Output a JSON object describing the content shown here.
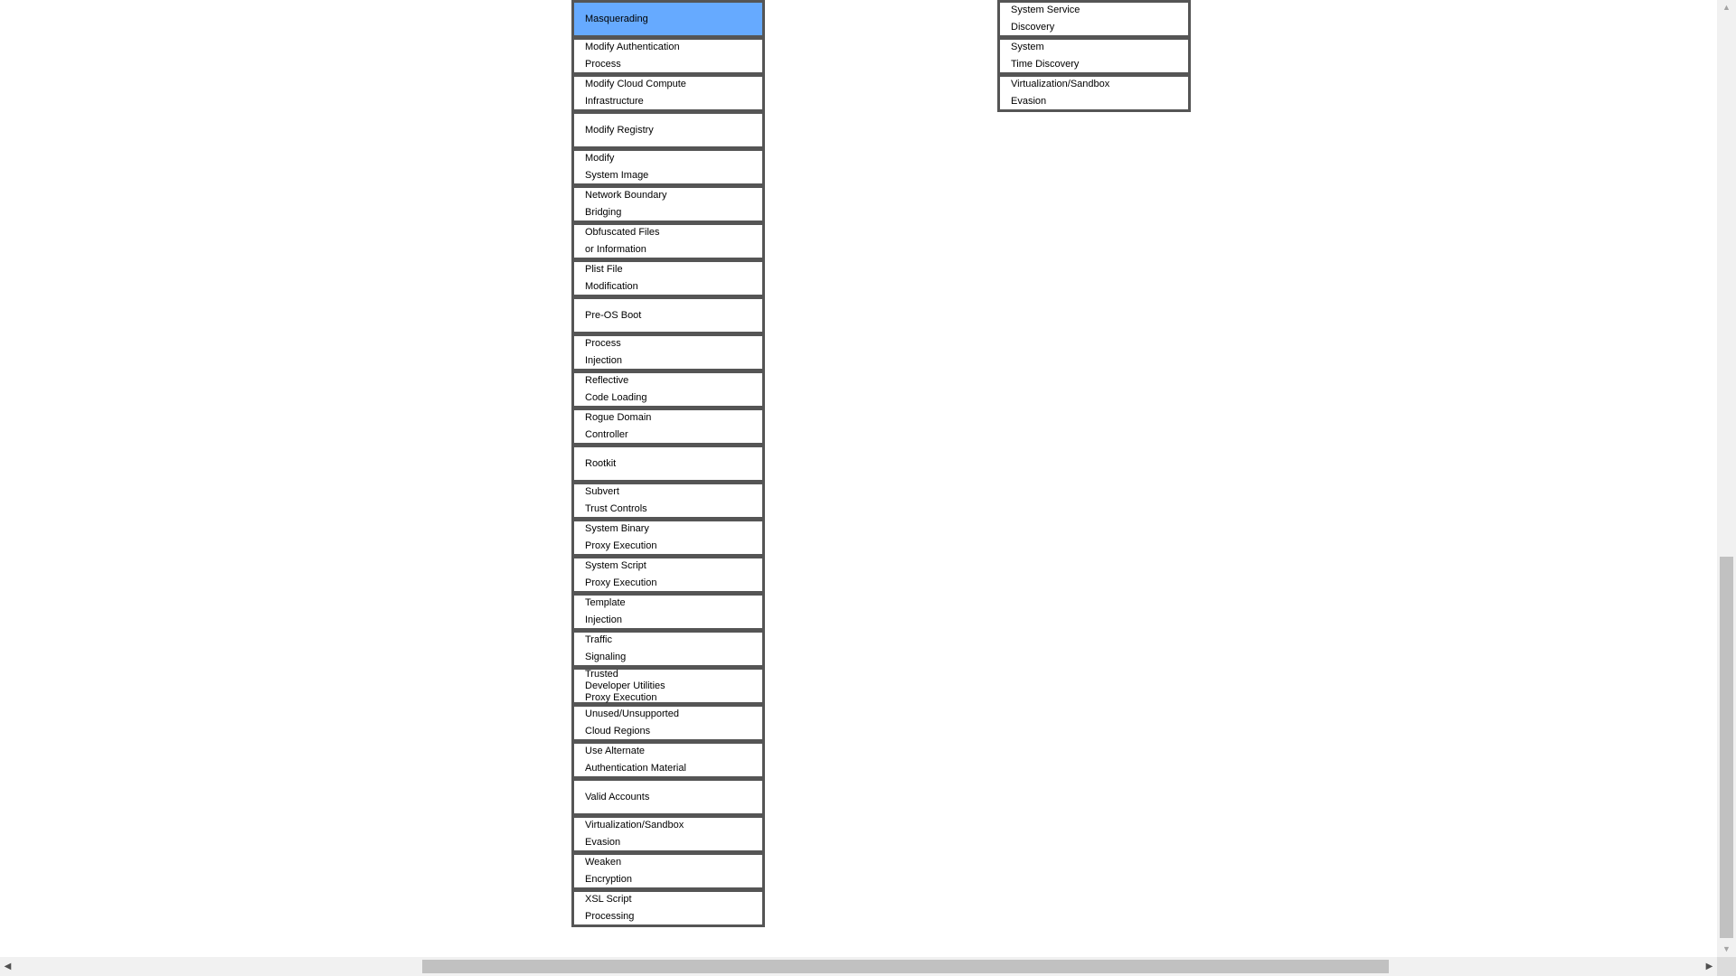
{
  "matrix": {
    "left_column": [
      {
        "label": "Masquerading",
        "selected": true
      },
      {
        "label": "Modify Authentication\nProcess"
      },
      {
        "label": "Modify Cloud Compute\nInfrastructure"
      },
      {
        "label": "Modify Registry"
      },
      {
        "label": "Modify\nSystem Image"
      },
      {
        "label": "Network Boundary\nBridging"
      },
      {
        "label": "Obfuscated Files\nor Information"
      },
      {
        "label": "Plist File\nModification"
      },
      {
        "label": "Pre-OS Boot"
      },
      {
        "label": "Process\nInjection"
      },
      {
        "label": "Reflective\nCode Loading"
      },
      {
        "label": "Rogue Domain\nController"
      },
      {
        "label": "Rootkit"
      },
      {
        "label": "Subvert\nTrust Controls"
      },
      {
        "label": "System Binary\nProxy Execution"
      },
      {
        "label": "System Script\nProxy Execution"
      },
      {
        "label": "Template\nInjection"
      },
      {
        "label": "Traffic\nSignaling"
      },
      {
        "label": "Trusted\nDeveloper Utilities\nProxy Execution",
        "tight": true
      },
      {
        "label": "Unused/Unsupported\nCloud Regions"
      },
      {
        "label": "Use Alternate\nAuthentication Material"
      },
      {
        "label": "Valid Accounts"
      },
      {
        "label": "Virtualization/Sandbox\nEvasion"
      },
      {
        "label": "Weaken\nEncryption"
      },
      {
        "label": "XSL Script\nProcessing"
      }
    ],
    "right_column": [
      {
        "label": "System Service\nDiscovery"
      },
      {
        "label": "System\nTime Discovery"
      },
      {
        "label": "Virtualization/Sandbox\nEvasion"
      }
    ],
    "colors": {
      "highlight": "#66aaff",
      "border": "#555555"
    }
  },
  "scrollbars": {
    "vertical": {
      "position_fraction": 0.6
    },
    "horizontal": {
      "position_fraction": 0.3
    }
  }
}
